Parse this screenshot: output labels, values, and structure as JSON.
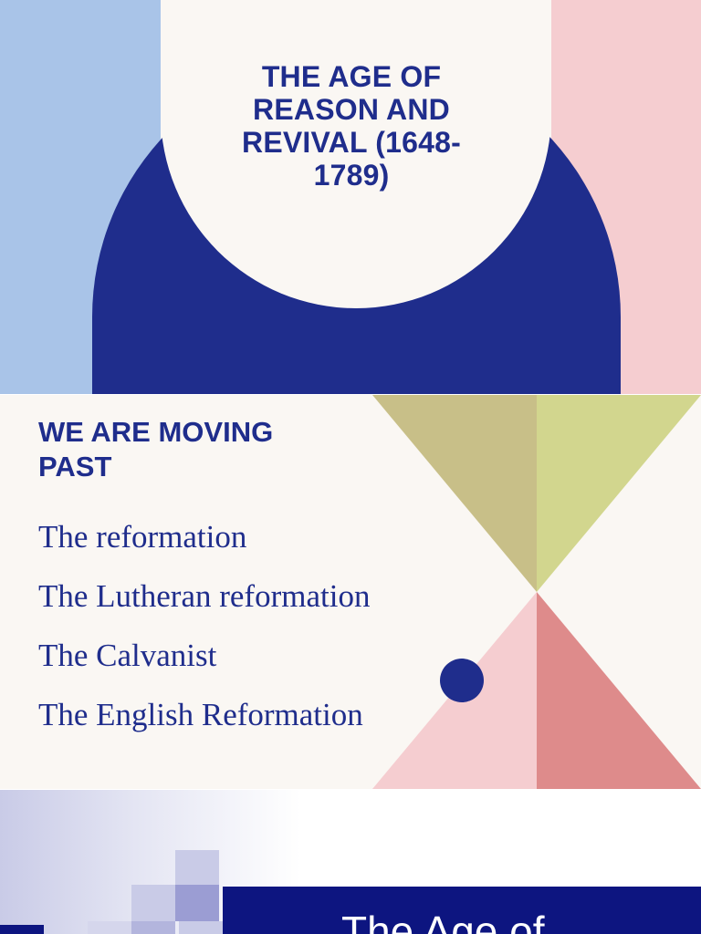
{
  "slide1": {
    "title_lines": [
      "THE AGE OF",
      "REASON AND",
      "REVIVAL (1648-",
      "1789)"
    ],
    "colors": {
      "navy": "#1f2d8c",
      "light_blue": "#a9c4e8",
      "pink": "#f5cdd0",
      "cream": "#faf7f3"
    }
  },
  "slide2": {
    "heading_lines": [
      "WE ARE MOVING",
      "PAST"
    ],
    "items": [
      "The reformation",
      "The Lutheran reformation",
      "The Calvanist",
      "The English Reformation"
    ],
    "colors": {
      "olive": "#c8bf88",
      "lime": "#d2d68e",
      "rose": "#f5cdd0",
      "salmon": "#de8b8b",
      "navy": "#1f2d8c"
    }
  },
  "slide3": {
    "title": "The Age of",
    "colors": {
      "bar": "#0d1580",
      "square_light": "#c9cbe7",
      "square_mid": "#9b9dd3"
    }
  }
}
